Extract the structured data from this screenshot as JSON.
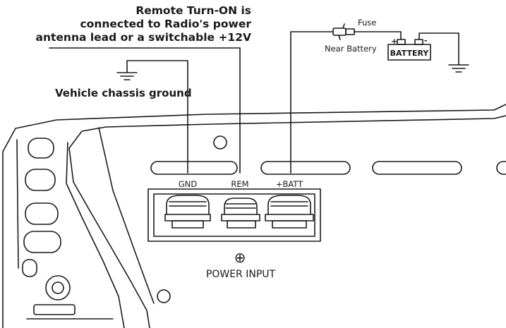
{
  "annotations": {
    "remote_line1": "Remote Turn-ON is",
    "remote_line2": "connected to Radio's power",
    "remote_line3": "antenna lead or a switchable +12V",
    "chassis_ground": "Vehicle chassis ground",
    "fuse": "Fuse",
    "near_battery": "Near Battery"
  },
  "battery": {
    "label": "BATTERY",
    "plus": "+",
    "minus": "-"
  },
  "terminals": {
    "gnd": "GND",
    "rem": "REM",
    "batt": "+BATT"
  },
  "power": {
    "symbol": "⊕",
    "label": "POWER INPUT"
  }
}
